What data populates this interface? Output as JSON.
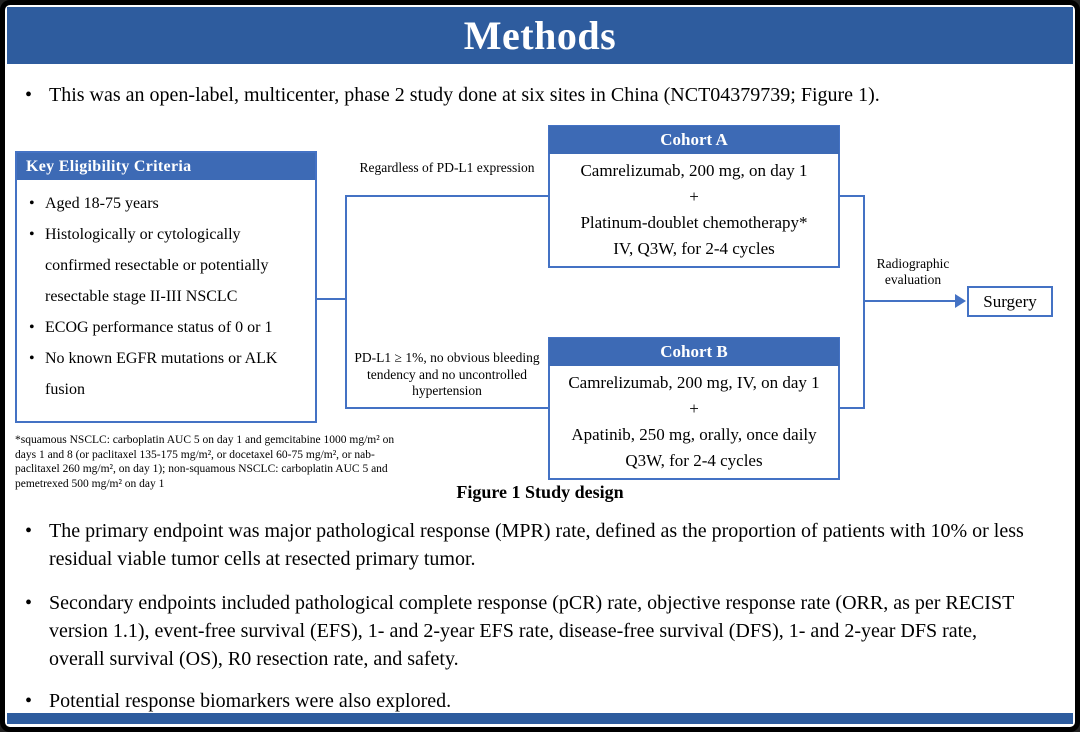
{
  "title": "Methods",
  "intro_bullet": "This was an open-label, multicenter, phase 2 study done at six sites in China (NCT04379739; Figure 1).",
  "diagram": {
    "eligibility": {
      "header": "Key  Eligibility Criteria",
      "items": [
        "Aged 18-75 years",
        "Histologically or cytologically confirmed resectable or potentially resectable stage II-III  NSCLC",
        "ECOG performance status of 0 or 1",
        "No known EGFR mutations or ALK fusion"
      ]
    },
    "footnote": "*squamous NSCLC: carboplatin AUC 5 on day 1 and gemcitabine 1000 mg/m² on days 1 and 8 (or paclitaxel 135-175 mg/m², or docetaxel 60-75 mg/m², or nab-paclitaxel 260 mg/m², on day 1); non-squamous NSCLC: carboplatin AUC 5 and pemetrexed 500 mg/m² on day 1",
    "branch_top_label": "Regardless of PD-L1 expression",
    "branch_bottom_label": "PD-L1 ≥ 1%, no obvious bleeding tendency and no uncontrolled hypertension",
    "cohort_a": {
      "header": "Cohort A",
      "lines": [
        "Camrelizumab, 200 mg, on day 1",
        "+",
        "Platinum-doublet chemotherapy*",
        "IV, Q3W, for 2-4 cycles"
      ]
    },
    "cohort_b": {
      "header": "Cohort B",
      "lines": [
        "Camrelizumab, 200 mg, IV, on day 1",
        "+",
        "Apatinib, 250 mg, orally, once daily",
        "Q3W, for 2-4 cycles"
      ]
    },
    "radiographic_label": "Radiographic evaluation",
    "surgery_label": "Surgery",
    "caption": "Figure 1 Study design"
  },
  "bullets": [
    "The primary endpoint was major pathological response (MPR) rate, defined as the proportion of patients with 10% or less residual viable tumor cells at resected primary tumor.",
    "Secondary endpoints included pathological complete response (pCR) rate, objective response rate (ORR, as per RECIST version 1.1), event-free survival (EFS), 1- and 2-year EFS rate, disease-free survival (DFS), 1- and 2-year DFS rate, overall survival (OS), R0 resection rate, and safety.",
    "Potential response biomarkers were also explored."
  ],
  "colors": {
    "title_bar_blue": "#2e5c9e",
    "box_header_blue": "#3d6ab5",
    "border_blue": "#4472c4",
    "bottom_bar_blue": "#2e5c9e"
  }
}
